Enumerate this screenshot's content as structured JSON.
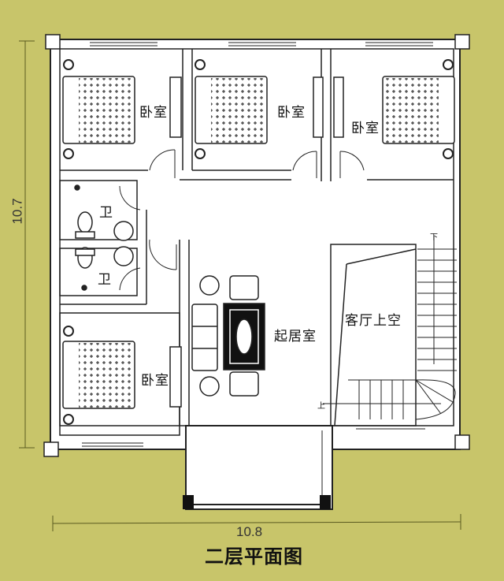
{
  "title": "二层平面图",
  "dimensions": {
    "width": "10.8",
    "height": "10.7"
  },
  "rooms": {
    "bedroom_1": "卧室",
    "bedroom_2": "卧室",
    "bedroom_3": "卧室",
    "bedroom_4": "卧室",
    "bathroom_1": "卫",
    "bathroom_2": "卫",
    "living_room": "起居室",
    "void_above_living": "客厅上空"
  },
  "stair_labels": {
    "down": "下",
    "up": "上"
  },
  "colors": {
    "background": "#c8c56a",
    "floor": "#ffffff",
    "wall": "#222222",
    "dimension_line": "#5a5a20"
  }
}
